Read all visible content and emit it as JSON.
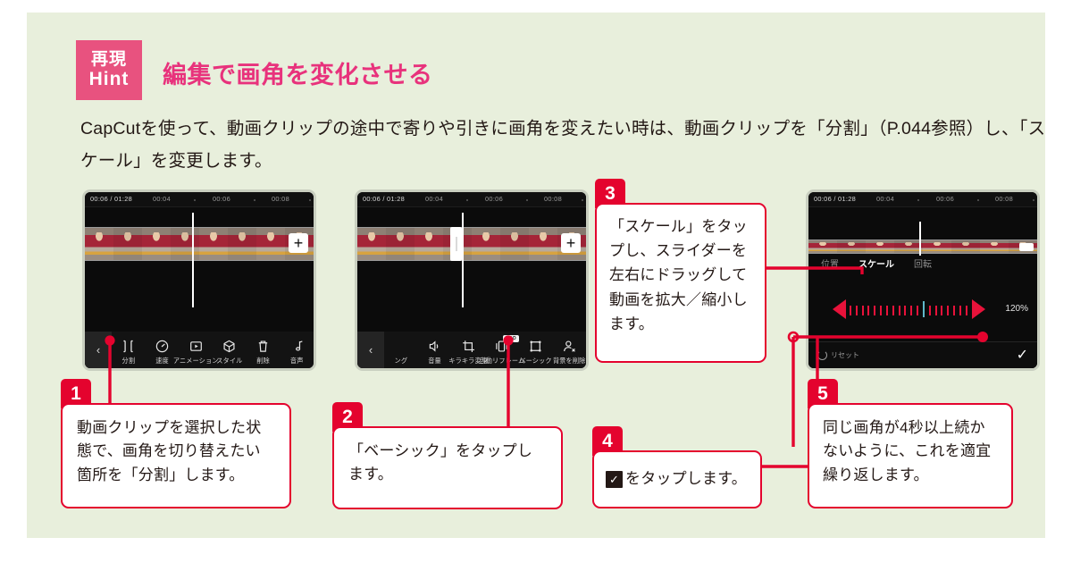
{
  "header": {
    "badge_line1": "再現",
    "badge_line2": "Hint",
    "badge_color": "#e8527f",
    "headline": "編集で画角を変化させる",
    "headline_color": "#e8327c"
  },
  "body": {
    "paragraph": "CapCutを使って、動画クリップの途中で寄りや引きに画角を変えたい時は、動画クリップを「分割」（P.044参照）し、「スケール」を変更します。"
  },
  "accent_color": "#e4032e",
  "background_color": "#e8efdc",
  "screenshots": [
    {
      "name": "capcut-timeline-split",
      "ruler": {
        "current": "00:06 / 01:28",
        "ticks": [
          "00:04",
          "00:06",
          "00:08"
        ]
      },
      "plus_label": "+",
      "back_label": "‹",
      "toolbar": [
        {
          "label": "分割",
          "icon": "split-icon"
        },
        {
          "label": "速度",
          "icon": "speed-icon"
        },
        {
          "label": "アニメーション",
          "icon": "animation-icon"
        },
        {
          "label": "スタイル",
          "icon": "style-icon"
        },
        {
          "label": "削除",
          "icon": "delete-icon"
        },
        {
          "label": "音声",
          "icon": "audio-icon"
        }
      ]
    },
    {
      "name": "capcut-timeline-basic",
      "ruler": {
        "current": "00:06 / 01:28",
        "ticks": [
          "00:04",
          "00:06",
          "00:08"
        ]
      },
      "plus_label": "+",
      "back_label": "‹",
      "toolbar": [
        {
          "label": "ング",
          "icon": "tracking-icon"
        },
        {
          "label": "音量",
          "icon": "volume-icon"
        },
        {
          "label": "キラキラ変身",
          "icon": "crop-icon"
        },
        {
          "label": "自動リフレーム",
          "icon": "reframe-icon",
          "badge": "PRO"
        },
        {
          "label": "ベーシック",
          "icon": "basic-icon"
        },
        {
          "label": "背景を削除",
          "icon": "remove-bg-icon"
        }
      ]
    },
    {
      "name": "capcut-scale-editor",
      "ruler": {
        "current": "00:06 / 01:28",
        "ticks": [
          "00:04",
          "00:06",
          "00:08"
        ]
      },
      "tabs": [
        {
          "label": "位置",
          "active": false
        },
        {
          "label": "スケール",
          "active": true
        },
        {
          "label": "回転",
          "active": false
        }
      ],
      "scale_value": "120%",
      "reset_label": "リセット",
      "confirm_label": "✓"
    }
  ],
  "callouts": [
    {
      "number": "1",
      "text": "動画クリップを選択した状態で、画角を切り替えたい箇所を「分割」します。"
    },
    {
      "number": "2",
      "text": "「ベーシック」をタップします。"
    },
    {
      "number": "3",
      "text": "「スケール」をタップし、スライダーを左右にドラッグして動画を拡大／縮小します。"
    },
    {
      "number": "4",
      "text": "をタップします。",
      "icon": "checkbox-checked-icon"
    },
    {
      "number": "5",
      "text": "同じ画角が4秒以上続かないように、これを適宜繰り返します。"
    }
  ]
}
